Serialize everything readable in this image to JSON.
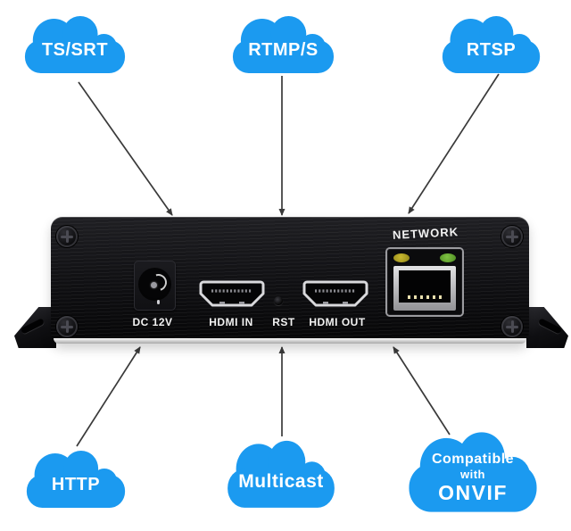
{
  "clouds": {
    "ts_srt": {
      "label": "TS/SRT"
    },
    "rtmp": {
      "label": "RTMP/S"
    },
    "rtsp": {
      "label": "RTSP"
    },
    "http": {
      "label": "HTTP"
    },
    "multicast": {
      "label": "Multicast"
    },
    "onvif": {
      "line1": "Compatible",
      "line2": "with",
      "line3": "ONVIF"
    }
  },
  "device": {
    "port_labels": {
      "power": "DC 12V",
      "hdmi_in": "HDMI IN",
      "reset": "RST",
      "hdmi_out": "HDMI OUT",
      "network": "NETWORK"
    }
  },
  "colors": {
    "cloud_blue": "#1b9af0",
    "arrow_gray": "#3a3a3a",
    "led_yellow": "#c9b930",
    "led_green": "#7fc243"
  }
}
